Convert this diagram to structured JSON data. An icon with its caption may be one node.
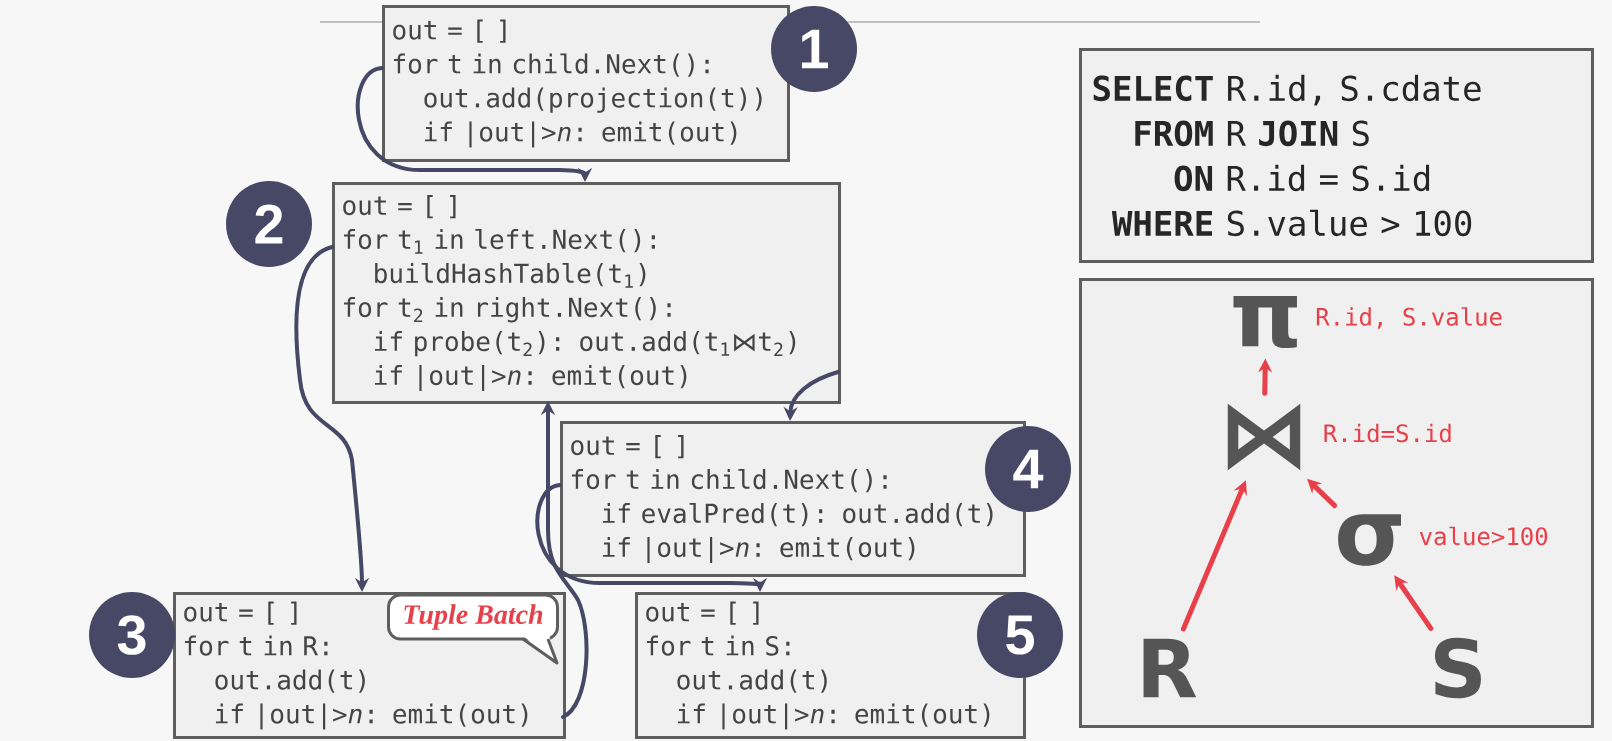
{
  "diagram": {
    "nodes": [
      {
        "text": [
          "out = [ ]",
          "for t in child.Next():",
          "out.add(projection(t))",
          "if |out|>*n*: emit(out)"
        ]
      },
      {
        "text": [
          "1"
        ]
      },
      {
        "text": [
          "2"
        ]
      },
      {
        "text": [
          "out = [ ]",
          "for t$_{1}$ in left.Next():",
          "buildHashTable(t$_{1}$)",
          "for t$_{2}$ in right.Next():",
          "if probe(t$_{2}$): out.add(t$_{1}$⋈t$_{2}$)",
          "if |out|>*n*: emit(out)"
        ]
      },
      {
        "text": [
          "out = [ ]",
          "for t in child.Next():",
          "if evalPred(t): out.add(t)",
          "if |out|>*n*: emit(out)"
        ]
      },
      {
        "text": [
          "4"
        ]
      },
      {
        "text": [
          "out = [ ]",
          "for t in R:",
          "out.add(t)",
          "if |out|>*n*: emit(out)"
        ]
      },
      {
        "text": [
          "3"
        ]
      },
      {
        "text": [
          "Tuple Batch"
        ],
        "in": 6
      },
      {
        "text": [
          "out = [ ]",
          "for t in S:",
          "out.add(t)",
          "if |out|>*n*: emit(out)"
        ]
      },
      {
        "text": [
          "5"
        ]
      },
      {
        "text": [
          "**SELECT** R.id, S.cdate",
          "**FROM** R **JOIN** S",
          "**ON** R.id = S.id",
          "**WHERE** S.value > 100"
        ]
      },
      {
        "text": [],
        "shape": "box"
      },
      {
        "text": [
          "π"
        ],
        "in": 12,
        "beside": [
          "R.id, S.value"
        ]
      },
      {
        "text": [
          "⋈"
        ],
        "in": 12,
        "beside": [
          "R.id=S.id"
        ]
      },
      {
        "text": [
          "σ"
        ],
        "in": 12,
        "beside": [
          "value>100"
        ]
      },
      {
        "text": [
          "R"
        ],
        "in": 12
      },
      {
        "text": [
          "S"
        ],
        "in": 12
      }
    ],
    "edges": [
      {
        "from": 0,
        "to": 3,
        "arrow": "to"
      },
      {
        "from": 3,
        "to": 6,
        "arrow": "to"
      },
      {
        "from": 6,
        "to": 3,
        "arrow": "to"
      },
      {
        "from": 3,
        "to": 4,
        "arrow": "to"
      },
      {
        "from": 4,
        "to": 9,
        "arrow": "to"
      },
      {
        "from": 16,
        "to": 14,
        "arrow": "to",
        "color": "#e8404a"
      },
      {
        "from": 15,
        "to": 14,
        "arrow": "to",
        "color": "#e8404a"
      },
      {
        "from": 17,
        "to": 15,
        "arrow": "to",
        "color": "#e8404a"
      },
      {
        "from": 14,
        "to": 13,
        "arrow": "to",
        "color": "#e8404a"
      }
    ]
  }
}
